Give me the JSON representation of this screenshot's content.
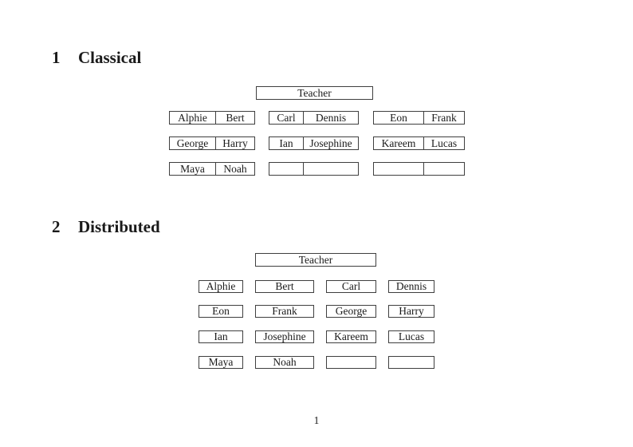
{
  "page_number": "1",
  "sections": {
    "classical": {
      "number": "1",
      "title": "Classical",
      "teacher": "Teacher",
      "desks": [
        [
          "Alphie",
          "Bert"
        ],
        [
          "Carl",
          "Dennis"
        ],
        [
          "Eon",
          "Frank"
        ],
        [
          "George",
          "Harry"
        ],
        [
          "Ian",
          "Josephine"
        ],
        [
          "Kareem",
          "Lucas"
        ],
        [
          "Maya",
          "Noah"
        ],
        [
          "",
          ""
        ],
        [
          "",
          ""
        ]
      ]
    },
    "distributed": {
      "number": "2",
      "title": "Distributed",
      "teacher": "Teacher",
      "desks": [
        "Alphie",
        "Bert",
        "Carl",
        "Dennis",
        "Eon",
        "Frank",
        "George",
        "Harry",
        "Ian",
        "Josephine",
        "Kareem",
        "Lucas",
        "Maya",
        "Noah",
        "",
        ""
      ]
    }
  }
}
